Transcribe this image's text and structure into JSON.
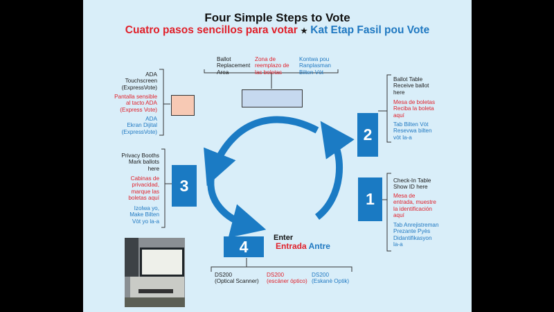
{
  "title": "Four Simple Steps to Vote",
  "subtitle": {
    "spanish": "Cuatro pasos sencillos para votar",
    "star": "★",
    "creole": "Kat Etap Fasil pou Vote"
  },
  "ballot_replacement": {
    "english": [
      "Ballot",
      "Replacement",
      "Area"
    ],
    "spanish": [
      "Zona de",
      "reemplazo de",
      "las boletas"
    ],
    "creole": [
      "Kontwa pou",
      "Ranplasman",
      "Bilten Vòt"
    ]
  },
  "ada": {
    "english": [
      "ADA",
      "Touchscreen",
      "(ExpressVote)"
    ],
    "spanish": [
      "Pantalla sensible",
      "al tacto ADA",
      "(Express Vote)"
    ],
    "creole": [
      "ADA",
      "Ekran Dijital",
      "(ExpressVote)"
    ]
  },
  "ballot_table": {
    "number": "2",
    "english": [
      "Ballot Table",
      "Receive ballot",
      "here"
    ],
    "spanish": [
      "Mesa de boletas",
      "Reciba la boleta",
      "aquí"
    ],
    "creole": [
      "Tab Bilten Vòt",
      "Resevwa bilten",
      "vòt la-a"
    ]
  },
  "privacy_booths": {
    "number": "3",
    "english": [
      "Privacy Booths",
      "Mark ballots",
      "here"
    ],
    "spanish": [
      "Cabinas de",
      "privacidad,",
      "marque las",
      "boletas aquí"
    ],
    "creole": [
      "Izolwa yo,",
      "Make Bilten",
      "Vòt yo la-a"
    ]
  },
  "check_in": {
    "number": "1",
    "english": [
      "Check-In Table",
      "Show ID here"
    ],
    "spanish": [
      "Mesa de",
      "entrada, muestre",
      "la identificación",
      "aquí"
    ],
    "creole": [
      "Tab Anrejistreman",
      "Prezante Pyès",
      "Didantifikasyon",
      "la-a"
    ]
  },
  "scanner": {
    "number": "4",
    "english": [
      "DS200",
      "(Optical Scanner)"
    ],
    "spanish": [
      "DS200",
      "(escáner óptico)"
    ],
    "creole": [
      "DS200",
      "(Eskanè Optik)"
    ]
  },
  "enter": {
    "english": "Enter",
    "spanish": "Entrada",
    "creole": "Antre"
  },
  "colors": {
    "background": "#d9eef9",
    "step_blue": "#1a7ac3",
    "arrow_blue": "#1b7bc4",
    "spanish_red": "#e0202a",
    "creole_blue": "#1f78c1",
    "ada_box": "#f7c9b4",
    "ballot_box": "#c6d9ef"
  }
}
